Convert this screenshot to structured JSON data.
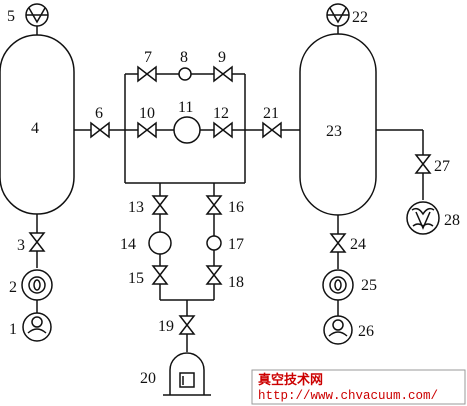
{
  "labels": {
    "n1": "1",
    "n2": "2",
    "n3": "3",
    "n4": "4",
    "n5": "5",
    "n6": "6",
    "n7": "7",
    "n8": "8",
    "n9": "9",
    "n10": "10",
    "n11": "11",
    "n12": "12",
    "n13": "13",
    "n14": "14",
    "n15": "15",
    "n16": "16",
    "n17": "17",
    "n18": "18",
    "n19": "19",
    "n20": "20",
    "n21": "21",
    "n22": "22",
    "n23": "23",
    "n24": "24",
    "n25": "25",
    "n26": "26",
    "n27": "27",
    "n28": "28"
  },
  "watermark": {
    "title": "真空技术网",
    "url": "http://www.chvacuum.com/"
  },
  "colors": {
    "line": "#111111",
    "watermark": "#cc0000"
  }
}
